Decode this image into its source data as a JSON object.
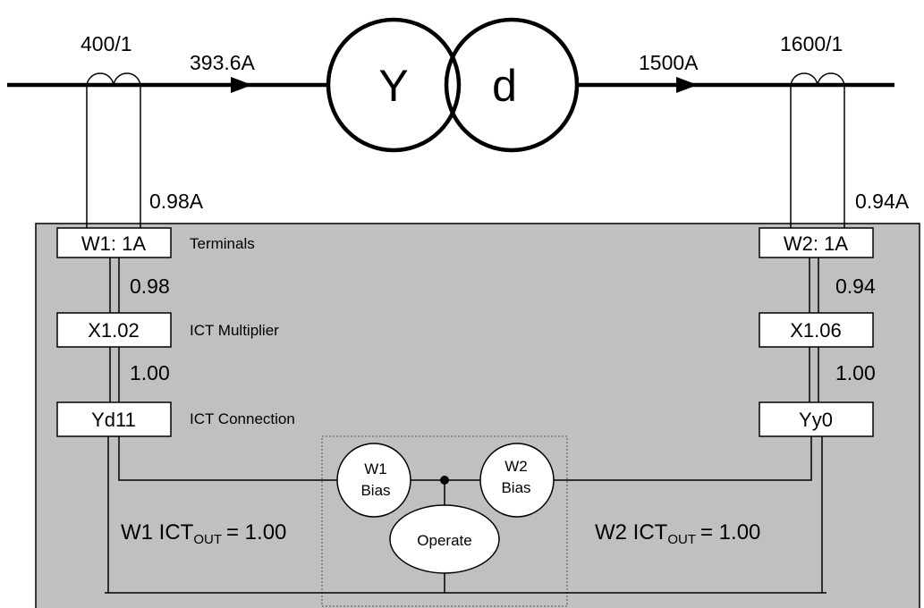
{
  "transformer": {
    "primary_winding": "Y",
    "secondary_winding": "d"
  },
  "ct_left": {
    "ratio": "400/1",
    "line_current": "393.6A",
    "secondary_current": "0.98A"
  },
  "ct_right": {
    "ratio": "1600/1",
    "line_current": "1500A",
    "secondary_current": "0.94A"
  },
  "relay": {
    "row_labels": {
      "terminals": "Terminals",
      "ict_multiplier": "ICT Multiplier",
      "ict_connection": "ICT Connection"
    },
    "w1": {
      "terminal": "W1: 1A",
      "value_after_terminal": "0.98",
      "multiplier": "X1.02",
      "value_after_multiplier": "1.00",
      "connection": "Yd11",
      "ict_out_prefix": "W1 ICT",
      "ict_out_subscript": "OUT",
      "ict_out_value": "= 1.00"
    },
    "w2": {
      "terminal": "W2: 1A",
      "value_after_terminal": "0.94",
      "multiplier": "X1.06",
      "value_after_multiplier": "1.00",
      "connection": "Yy0",
      "ict_out_prefix": "W2 ICT",
      "ict_out_subscript": "OUT",
      "ict_out_value": "= 1.00"
    },
    "bias_element": {
      "w1_bias_line1": "W1",
      "w1_bias_line2": "Bias",
      "w2_bias_line1": "W2",
      "w2_bias_line2": "Bias",
      "operate": "Operate"
    }
  },
  "colors": {
    "relay_panel": "#c0c0c0",
    "lines": "#000000",
    "boxes": "#ffffff"
  }
}
